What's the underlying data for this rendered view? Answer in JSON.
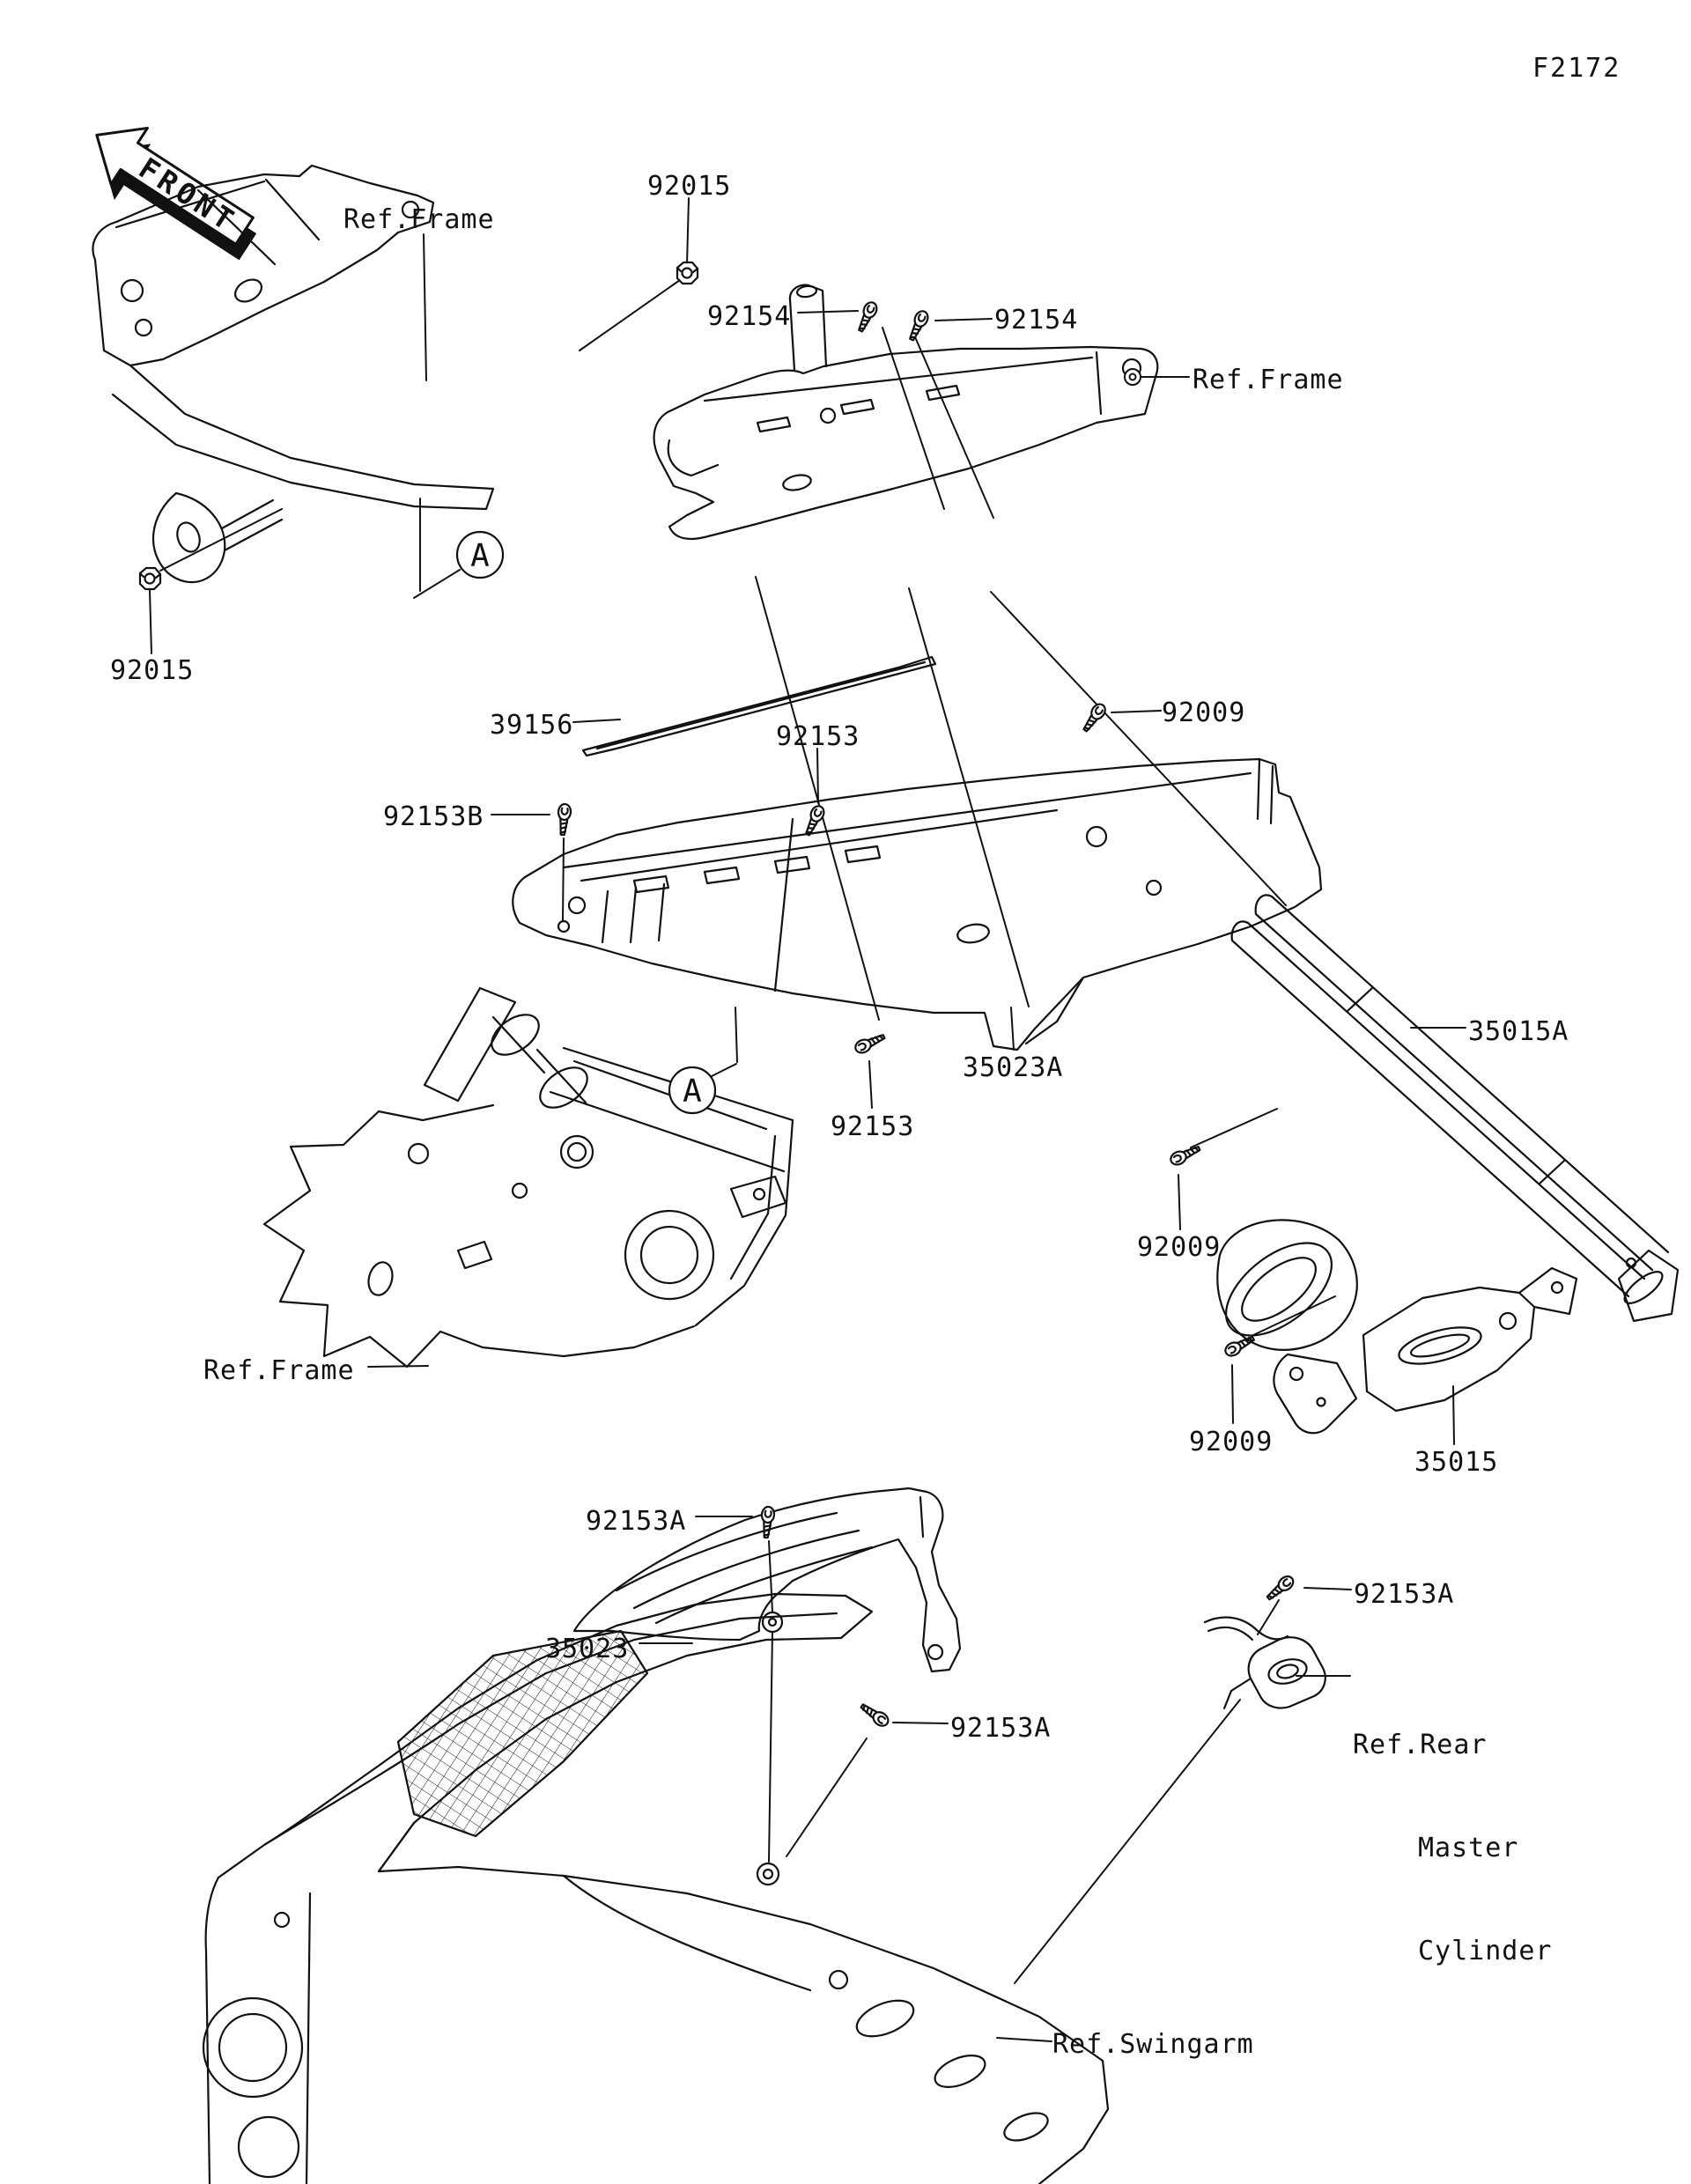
{
  "diagram": {
    "page_code": "F2172",
    "front_arrow": "FRONT",
    "detail_marker": "A",
    "part_labels": [
      {
        "id": "ref-frame-top",
        "text": "Ref.Frame"
      },
      {
        "id": "92015-top",
        "text": "92015"
      },
      {
        "id": "92154-left",
        "text": "92154"
      },
      {
        "id": "92154-right",
        "text": "92154"
      },
      {
        "id": "ref-frame-right",
        "text": "Ref.Frame"
      },
      {
        "id": "92015-left",
        "text": "92015"
      },
      {
        "id": "39156",
        "text": "39156"
      },
      {
        "id": "92153-upper",
        "text": "92153"
      },
      {
        "id": "92009-upper",
        "text": "92009"
      },
      {
        "id": "92153B",
        "text": "92153B"
      },
      {
        "id": "35023A",
        "text": "35023A"
      },
      {
        "id": "35015A",
        "text": "35015A"
      },
      {
        "id": "92153-lower",
        "text": "92153"
      },
      {
        "id": "92009-middle",
        "text": "92009"
      },
      {
        "id": "92009-lower",
        "text": "92009"
      },
      {
        "id": "35015",
        "text": "35015"
      },
      {
        "id": "92153A-top",
        "text": "92153A"
      },
      {
        "id": "35023",
        "text": "35023"
      },
      {
        "id": "92153A-right",
        "text": "92153A"
      },
      {
        "id": "92153A-bottom",
        "text": "92153A"
      },
      {
        "id": "ref-swingarm",
        "text": "Ref.Swingarm"
      },
      {
        "id": "ref-frame-left",
        "text": "Ref.Frame"
      },
      {
        "id": "ref-rear-master-cylinder",
        "lines": [
          "Ref.Rear",
          "Master",
          "Cylinder"
        ]
      }
    ]
  }
}
